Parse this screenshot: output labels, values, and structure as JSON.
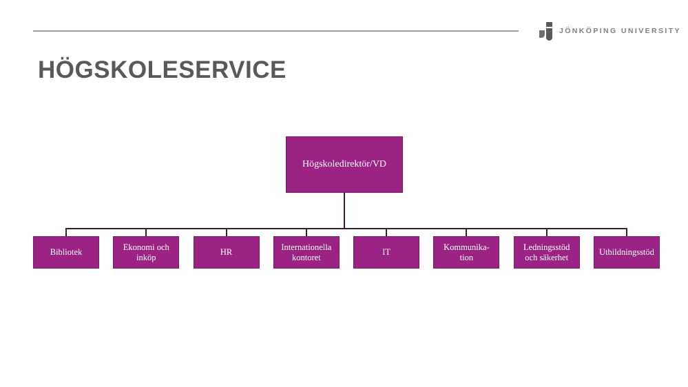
{
  "header": {
    "logo_text": "JÖNKÖPING UNIVERSITY"
  },
  "page": {
    "title": "HÖGSKOLESERVICE"
  },
  "orgchart": {
    "root": {
      "label": "Högskoledirektör/VD"
    },
    "children": [
      {
        "label": "Bibliotek"
      },
      {
        "label": "Ekonomi och\ninköp"
      },
      {
        "label": "HR"
      },
      {
        "label": "Internationella\nkontoret"
      },
      {
        "label": "IT"
      },
      {
        "label": "Kommunika-\ntion"
      },
      {
        "label": "Ledningsstöd\noch säkerhet"
      },
      {
        "label": "Utbildningsstöd"
      }
    ]
  },
  "colors": {
    "node_fill": "#9a2383",
    "node_border": "#7a1c68",
    "connector_line": "#3c1b37",
    "title_text": "#58595b",
    "header_rule": "#9d9fa2",
    "logo_gray": "#7d7f82",
    "node_text": "#ffffff"
  }
}
